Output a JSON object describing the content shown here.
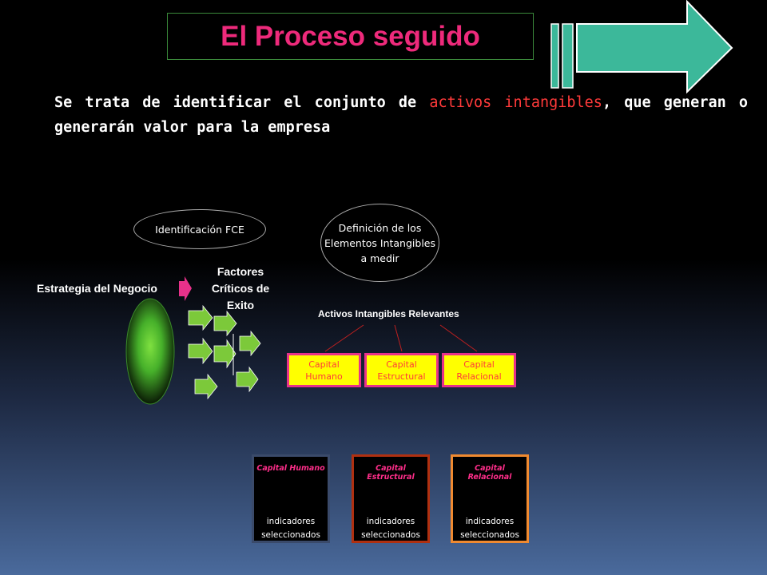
{
  "title": "El Proceso seguido",
  "intro": {
    "before": "Se trata de identificar el conjunto de ",
    "highlight": "activos intangibles",
    "after": ", que generan o generarán valor para la empresa"
  },
  "diagram": {
    "oval_fce": "Identificación FCE",
    "oval_def": "Definición de los Elementos Intangibles a medir",
    "fce_label": "Factores Críticos de Exito",
    "strategy_label": "Estrategia del Negocio",
    "activos_label": "Activos Intangibles Relevantes",
    "capitals": [
      "Capital Humano",
      "Capital Estructural",
      "Capital Relacional"
    ]
  },
  "indicators": [
    {
      "heading": "Capital Humano",
      "body": "indicadores seleccionados"
    },
    {
      "heading": "Capital Estructural",
      "body": "indicadores seleccionados"
    },
    {
      "heading": "Capital Relacional",
      "body": "indicadores seleccionados"
    }
  ],
  "colors": {
    "title": "#ee2a7b",
    "highlight": "#ff3a3a",
    "big_arrow": "#3cb89a",
    "small_arrows": "#7cc93a",
    "capital_fill": "#ffff00",
    "capital_border": "#e8318a",
    "indicator_borders": [
      "#3a4a6a",
      "#b03010",
      "#f08a30"
    ]
  }
}
